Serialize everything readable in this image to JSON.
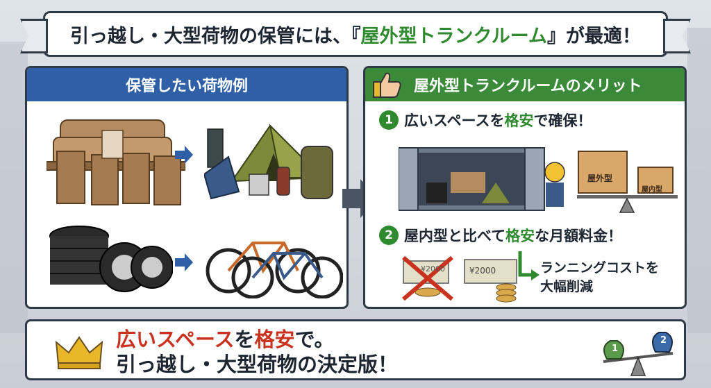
{
  "title": {
    "prefix": "引っ越し・大型荷物の保管には、『",
    "highlight": "屋外型トランクルーム",
    "suffix": "』が最適！"
  },
  "left_panel": {
    "header": "保管したい荷物例"
  },
  "right_panel": {
    "header": "屋外型トランクルームのメリット",
    "merit1": {
      "number": "1",
      "before": "広いスペースを",
      "highlight": "格安",
      "after": "で確保！"
    },
    "merit2": {
      "number": "2",
      "before": "屋内型と比べて",
      "highlight": "格安",
      "after": "な月額料金！"
    },
    "box_big": "屋外型",
    "box_small": "屋内型",
    "bill_left": "¥2000",
    "bill_right": "¥2000",
    "running_cost_line1": "ランニングコストを",
    "running_cost_line2": "大幅削減"
  },
  "bottom": {
    "line1_highlight1": "広いスペース",
    "line1_mid": "を",
    "line1_highlight2": "格安",
    "line1_end": "で。",
    "line2": "引っ越し・大型荷物の決定版！",
    "scale_left": "1",
    "scale_right": "2"
  },
  "colors": {
    "blue": "#2f5fa6",
    "green": "#3a8a3a",
    "red": "#c8321e",
    "gold": "#e8b82a"
  }
}
